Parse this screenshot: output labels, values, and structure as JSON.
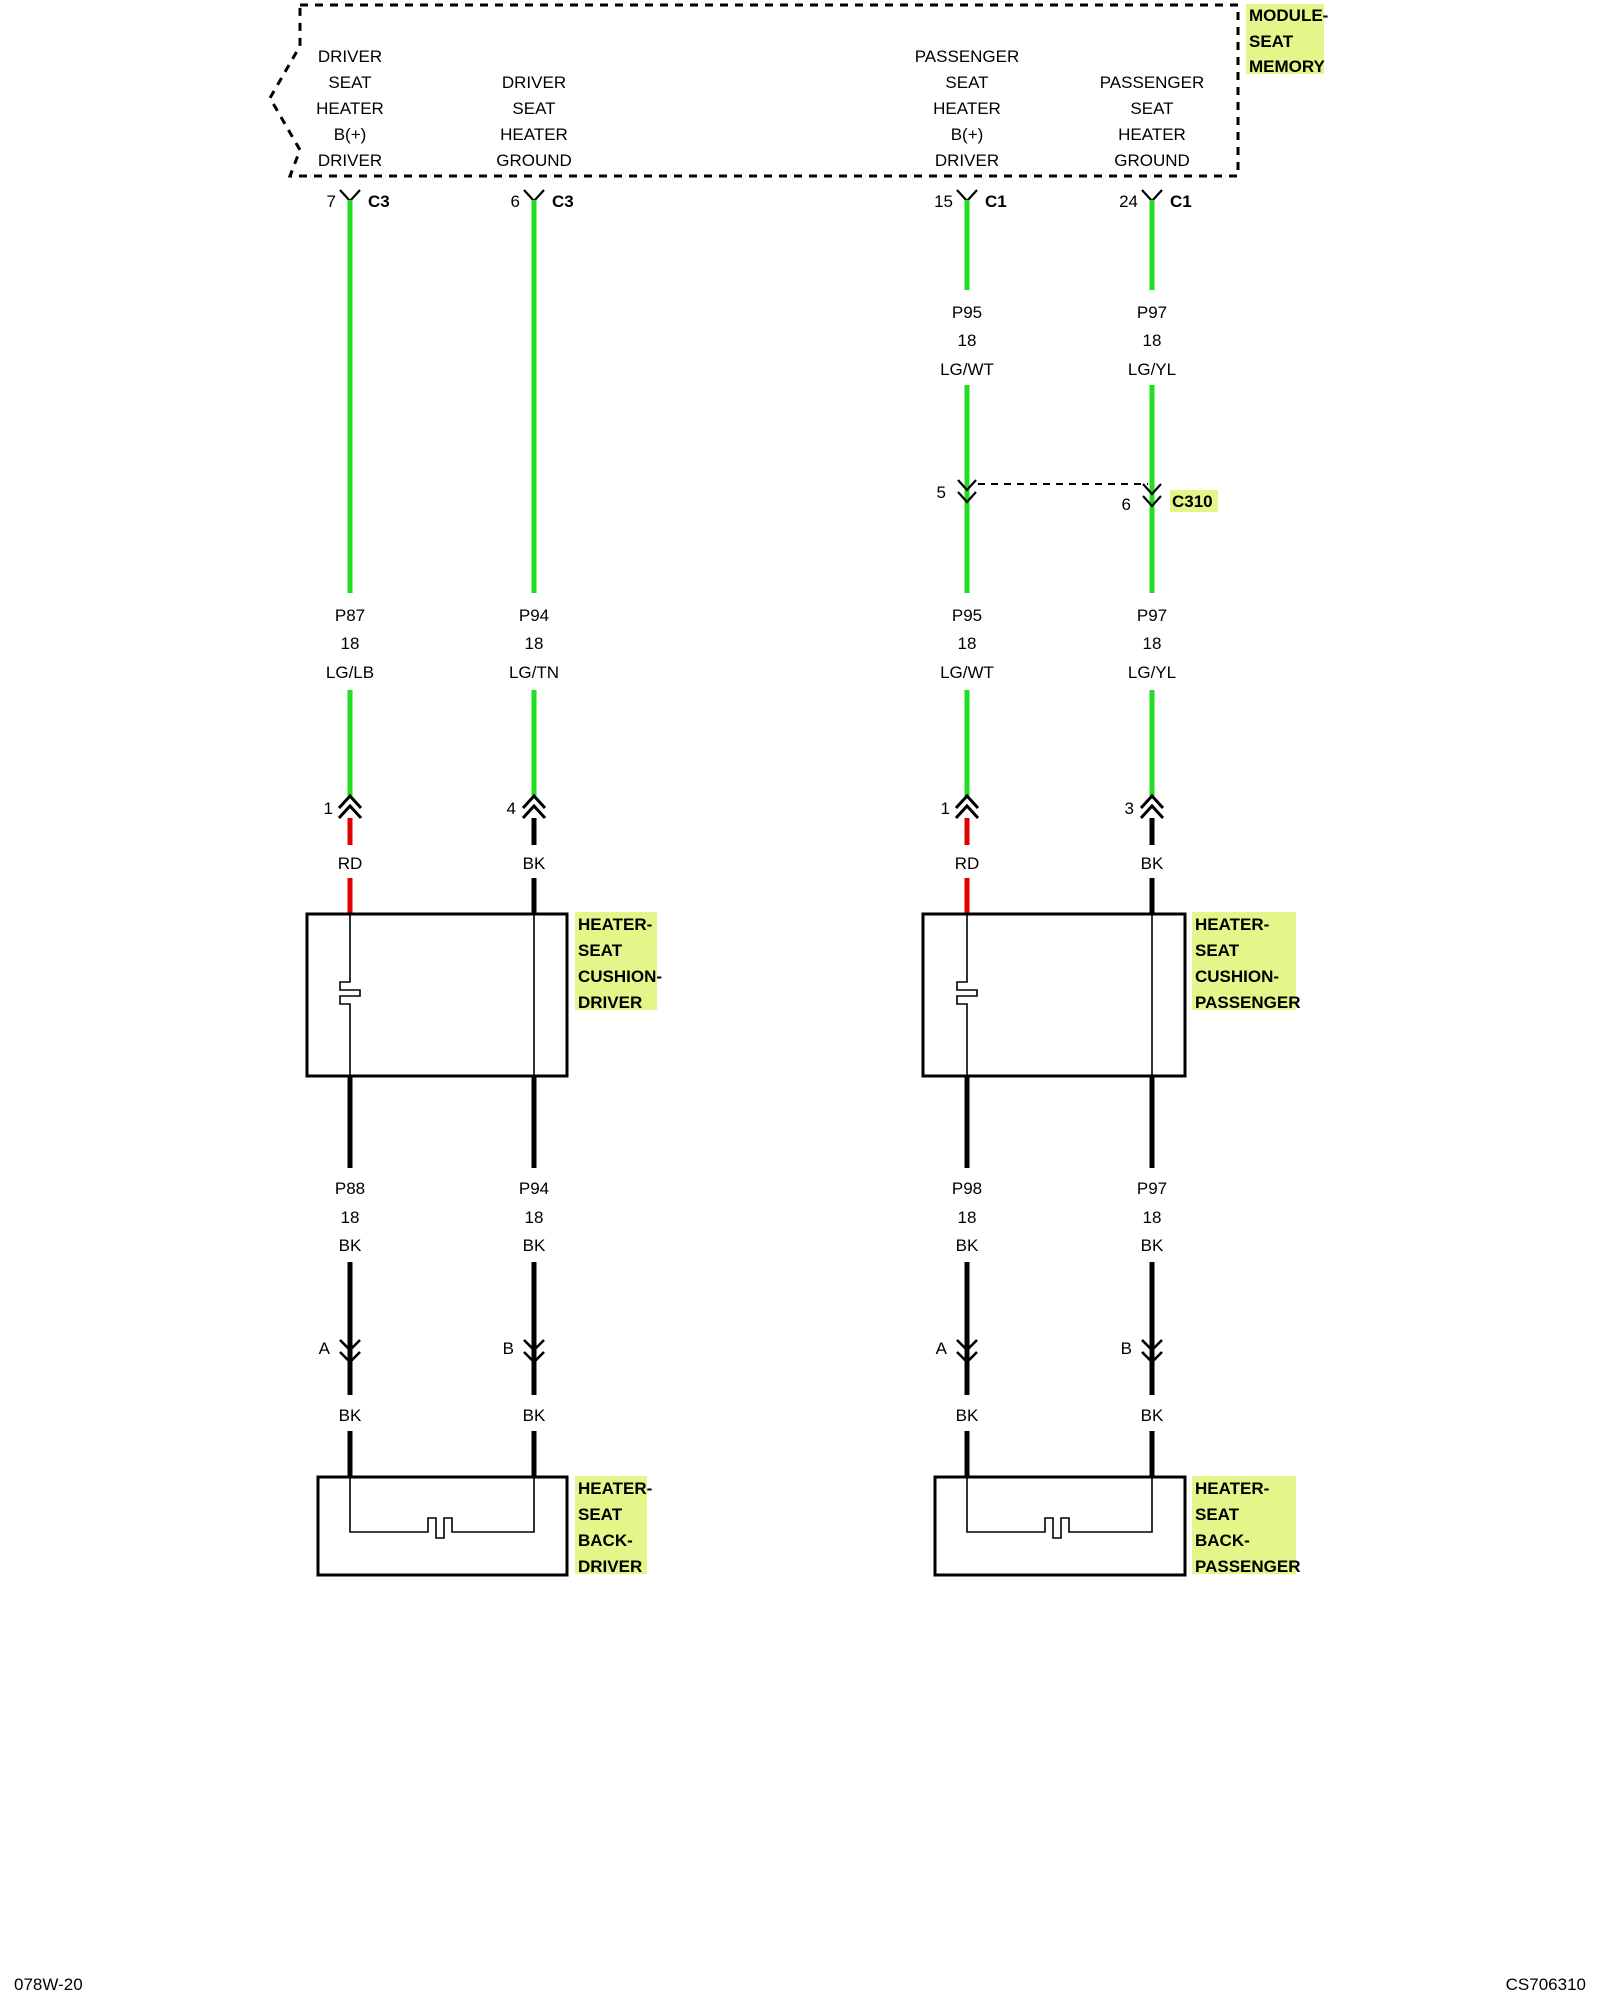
{
  "colors": {
    "green": "#22dd22",
    "red": "#e00000",
    "black": "#000000",
    "highlight": "#e6f58a"
  },
  "module": {
    "name": [
      "MODULE-",
      "SEAT",
      "MEMORY"
    ],
    "pins": [
      {
        "label": [
          "DRIVER",
          "SEAT",
          "HEATER",
          "B(+)",
          "DRIVER"
        ],
        "pin": "7",
        "connector": "C3"
      },
      {
        "label": [
          "DRIVER",
          "SEAT",
          "HEATER",
          "GROUND"
        ],
        "pin": "6",
        "connector": "C3"
      },
      {
        "label": [
          "PASSENGER",
          "SEAT",
          "HEATER",
          "B(+)",
          "DRIVER"
        ],
        "pin": "15",
        "connector": "C1"
      },
      {
        "label": [
          "PASSENGER",
          "SEAT",
          "HEATER",
          "GROUND"
        ],
        "pin": "24",
        "connector": "C1"
      }
    ]
  },
  "wires": {
    "upper_passenger": [
      {
        "circuit": "P95",
        "gauge": "18",
        "color": "LG/WT"
      },
      {
        "circuit": "P97",
        "gauge": "18",
        "color": "LG/YL"
      }
    ],
    "c310": {
      "name": "C310",
      "pins": [
        "5",
        "6"
      ]
    },
    "middle": [
      {
        "circuit": "P87",
        "gauge": "18",
        "color": "LG/LB"
      },
      {
        "circuit": "P94",
        "gauge": "18",
        "color": "LG/TN"
      },
      {
        "circuit": "P95",
        "gauge": "18",
        "color": "LG/WT"
      },
      {
        "circuit": "P97",
        "gauge": "18",
        "color": "LG/YL"
      }
    ],
    "cushion_pins": [
      "1",
      "4",
      "1",
      "3"
    ],
    "cushion_colors": [
      "RD",
      "BK",
      "RD",
      "BK"
    ],
    "lower": [
      {
        "circuit": "P88",
        "gauge": "18",
        "color": "BK"
      },
      {
        "circuit": "P94",
        "gauge": "18",
        "color": "BK"
      },
      {
        "circuit": "P98",
        "gauge": "18",
        "color": "BK"
      },
      {
        "circuit": "P97",
        "gauge": "18",
        "color": "BK"
      }
    ],
    "back_pins": [
      "A",
      "B",
      "A",
      "B"
    ],
    "back_colors": [
      "BK",
      "BK",
      "BK",
      "BK"
    ]
  },
  "components": {
    "cushion_driver": [
      "HEATER-",
      "SEAT",
      "CUSHION-",
      "DRIVER"
    ],
    "cushion_passenger": [
      "HEATER-",
      "SEAT",
      "CUSHION-",
      "PASSENGER"
    ],
    "back_driver": [
      "HEATER-",
      "SEAT",
      "BACK-",
      "DRIVER"
    ],
    "back_passenger": [
      "HEATER-",
      "SEAT",
      "BACK-",
      "PASSENGER"
    ]
  },
  "footer": {
    "left": "078W-20",
    "right": "CS706310"
  }
}
